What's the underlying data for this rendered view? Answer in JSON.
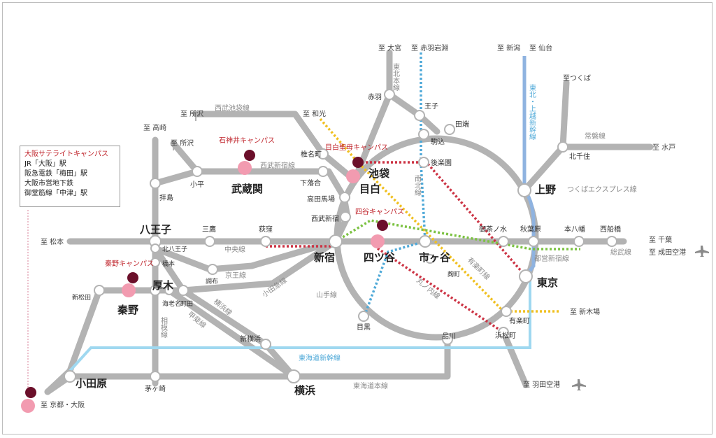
{
  "osaka_box": {
    "title": "大阪サテライトキャンパス",
    "lines": [
      "JR「大阪」駅",
      "阪急電鉄「梅田」駅",
      "大阪市営地下鉄",
      "御堂筋線「中津」駅"
    ]
  },
  "campuses": [
    {
      "id": "ishigamii",
      "label": "石神井キャンパス"
    },
    {
      "id": "mejiro",
      "label": "目白聖母キャンパス"
    },
    {
      "id": "yotsuya",
      "label": "四谷キャンパス"
    },
    {
      "id": "hadano",
      "label": "秦野キャンパス"
    }
  ],
  "major_stations": [
    {
      "id": "musashiseki",
      "label": "武蔵関"
    },
    {
      "id": "ikebukuro",
      "label": "池袋"
    },
    {
      "id": "mejiro",
      "label": "目白"
    },
    {
      "id": "hachioji",
      "label": "八王子"
    },
    {
      "id": "shinjuku",
      "label": "新宿"
    },
    {
      "id": "yotsuya",
      "label": "四ツ谷"
    },
    {
      "id": "ichigaya",
      "label": "市ヶ谷"
    },
    {
      "id": "ueno",
      "label": "上野"
    },
    {
      "id": "tokyo",
      "label": "東京"
    },
    {
      "id": "atsugi",
      "label": "厚木"
    },
    {
      "id": "hadano",
      "label": "秦野"
    },
    {
      "id": "odawara",
      "label": "小田原"
    },
    {
      "id": "yokohama",
      "label": "横浜"
    }
  ],
  "stations": [
    {
      "id": "akabane",
      "label": "赤羽"
    },
    {
      "id": "oji",
      "label": "王子"
    },
    {
      "id": "tabata",
      "label": "田端"
    },
    {
      "id": "komagome",
      "label": "駒込"
    },
    {
      "id": "korakuen",
      "label": "後楽園"
    },
    {
      "id": "kitasenju",
      "label": "北千住"
    },
    {
      "id": "shiinamachi",
      "label": "椎名町"
    },
    {
      "id": "shimoochiai",
      "label": "下落合"
    },
    {
      "id": "takadanobaba",
      "label": "高田馬場"
    },
    {
      "id": "seibushinjuku",
      "label": "西武新宿"
    },
    {
      "id": "kodaira",
      "label": "小平"
    },
    {
      "id": "haijima",
      "label": "拝島"
    },
    {
      "id": "mitaka",
      "label": "三鷹"
    },
    {
      "id": "ogikubo",
      "label": "荻窪"
    },
    {
      "id": "ochanomizu",
      "label": "御茶ノ水"
    },
    {
      "id": "akihabara",
      "label": "秋葉原"
    },
    {
      "id": "motoyawata",
      "label": "本八幡"
    },
    {
      "id": "nishifunabashi",
      "label": "西船橋"
    },
    {
      "id": "kitahachioji",
      "label": "北八王子"
    },
    {
      "id": "hashimoto",
      "label": "橋本"
    },
    {
      "id": "chofu",
      "label": "調布"
    },
    {
      "id": "kojimachi",
      "label": "麹町"
    },
    {
      "id": "shinmatsuda",
      "label": "新松田"
    },
    {
      "id": "ebina",
      "label": "海老名"
    },
    {
      "id": "machida",
      "label": "町田"
    },
    {
      "id": "shinyokohama",
      "label": "新横浜"
    },
    {
      "id": "meguro",
      "label": "目黒"
    },
    {
      "id": "shinagawa",
      "label": "品川"
    },
    {
      "id": "yurakucho",
      "label": "有楽町"
    },
    {
      "id": "hamamatsucho",
      "label": "浜松町"
    },
    {
      "id": "chigasaki",
      "label": "茅ヶ崎"
    }
  ],
  "line_names": {
    "seibu_ikebukuro": "西武池袋線",
    "seibu_shinjuku": "西武新宿線",
    "tohoku_main": "東北本線",
    "nanboku": "南北線",
    "tohoku_joetsu_shinkansen": "東北・上越新幹線",
    "joban": "常磐線",
    "tsukuba_express": "つくばエクスプレス線",
    "chuo": "中央線",
    "keio": "京王線",
    "odakyu": "小田急線",
    "yamanote": "山手線",
    "marunouchi": "丸ノ内線",
    "yurakucho": "有楽町線",
    "sobu": "総武線",
    "toei_shinjuku": "都営新宿線",
    "yokohama": "横浜線",
    "sagami": "相模線",
    "tokaido_shinkansen": "東海道新幹線",
    "tokaido_main": "東海道本線",
    "kogesaki": "甲斐線",
    "sagami2": "相模線"
  },
  "directions": {
    "omiya": "至 大宮",
    "akabane_iwabuchi": "至 赤羽岩淵",
    "niigata": "至 新潟",
    "sendai": "至 仙台",
    "tsukuba": "至つくば",
    "mito": "至 水戸",
    "wako": "至 和光",
    "tokorozawa1": "至 所沢",
    "tokorozawa2": "至 所沢",
    "takasaki": "至 高崎",
    "matsumoto": "至 松本",
    "chiba": "至 千葉",
    "narita": "至 成田空港",
    "shinkiba": "至 新木場",
    "haneda": "至 羽田空港",
    "kyoto_osaka": "至 京都・大阪"
  },
  "colors": {
    "rail_gray": "#b3b3b3",
    "shinkansen_blue": "#8fb3e0",
    "tokaido_blue": "#9fd8f0",
    "red_dotted": "#cc3344",
    "blue_dotted": "#4fa9d8",
    "yellow_dotted": "#f0c020",
    "green_dotted": "#7cc242",
    "campus_pin": "#6b0f2a",
    "campus_circle": "#f29bb0",
    "campus_text": "#c0262d"
  }
}
